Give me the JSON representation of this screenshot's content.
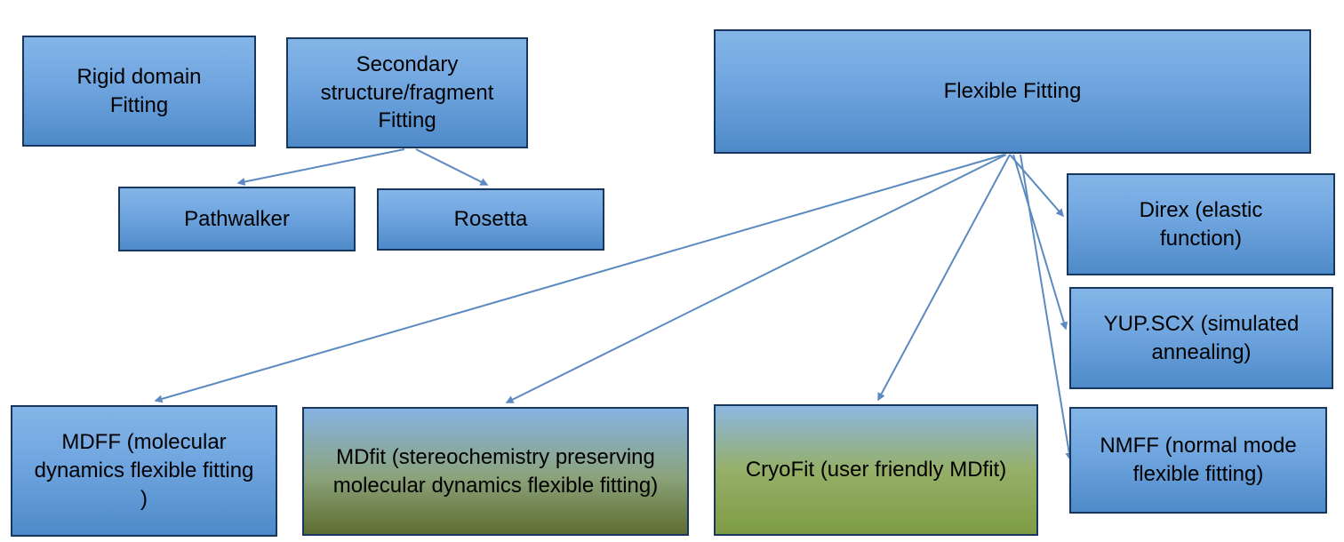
{
  "diagram": {
    "nodes": {
      "rigid": {
        "label": "Rigid domain Fitting"
      },
      "secondary": {
        "label": "Secondary structure/fragment Fitting"
      },
      "flexible": {
        "label": "Flexible Fitting"
      },
      "pathwalker": {
        "label": "Pathwalker"
      },
      "rosetta": {
        "label": "Rosetta"
      },
      "direx": {
        "label": "Direx (elastic function)"
      },
      "yupscx": {
        "label": "YUP.SCX (simulated annealing)"
      },
      "nmff": {
        "label": "NMFF (normal mode flexible fitting)"
      },
      "mdff": {
        "label": "MDFF (molecular dynamics flexible fitting )"
      },
      "mdfit": {
        "label": "MDfit (stereochemistry preserving molecular dynamics flexible fitting)"
      },
      "cryofit": {
        "label": "CryoFit (user friendly MDfit)"
      }
    },
    "edges": [
      {
        "from": "secondary",
        "to": "pathwalker"
      },
      {
        "from": "secondary",
        "to": "rosetta"
      },
      {
        "from": "flexible",
        "to": "mdff"
      },
      {
        "from": "flexible",
        "to": "mdfit"
      },
      {
        "from": "flexible",
        "to": "cryofit"
      },
      {
        "from": "flexible",
        "to": "direx"
      },
      {
        "from": "flexible",
        "to": "yupscx"
      },
      {
        "from": "flexible",
        "to": "nmff"
      }
    ],
    "colors": {
      "box_fill_top": "#84B5E8",
      "box_fill_bottom": "#4E8AC9",
      "box_fill_green_bottom": "#5E6D30",
      "box_border": "#17375E",
      "arrow": "#5B8AC0",
      "text": "#000000",
      "background": "#FFFFFF"
    }
  }
}
